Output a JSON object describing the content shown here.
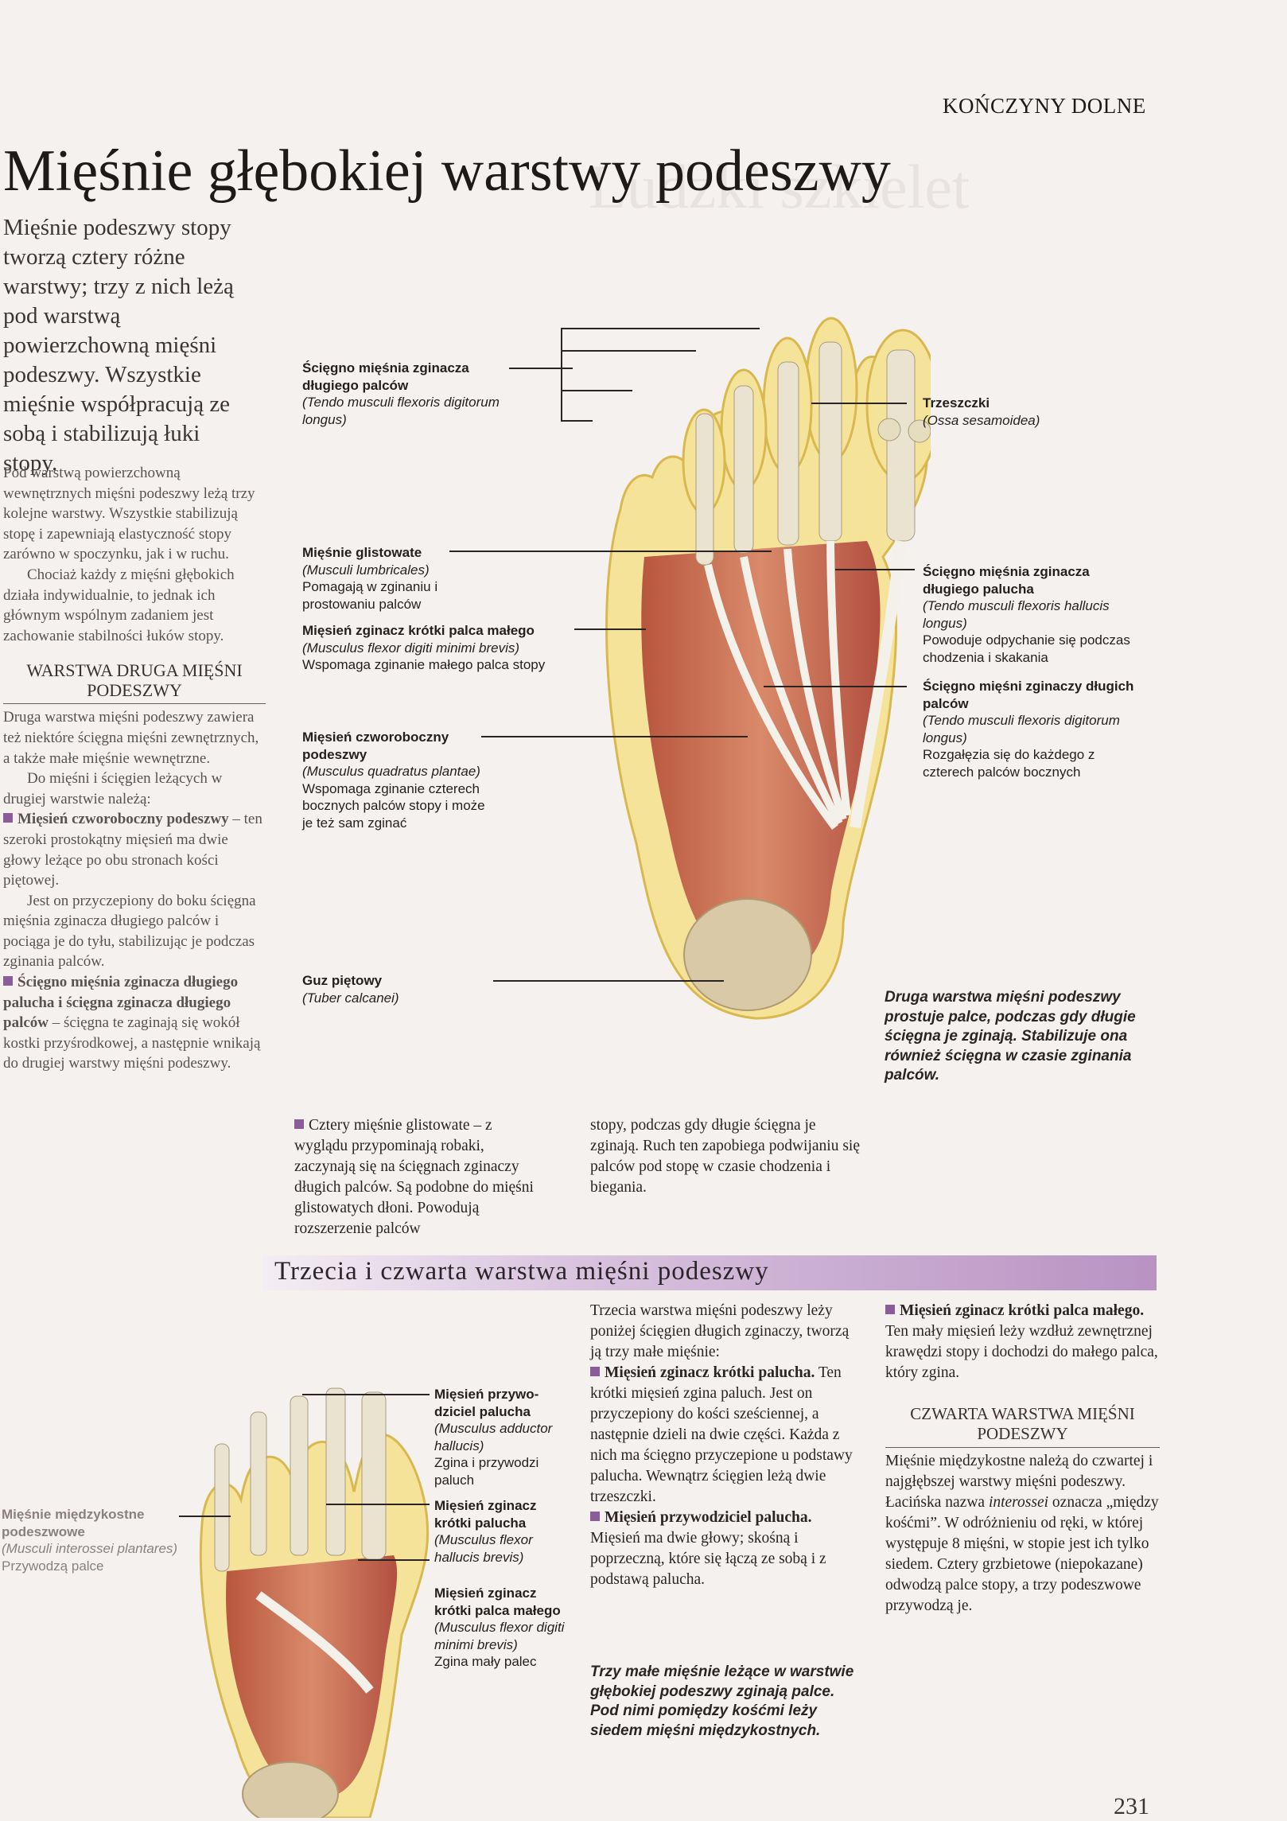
{
  "header": {
    "section": "KOŃCZYNY DOLNE"
  },
  "title": "Mięśnie głębokiej warstwy podeszwy",
  "intro": "Mięśnie podeszwy stopy tworzą cztery różne warstwy; trzy z nich leżą pod warstwą powierzchowną mięśni podeszwy. Wszystkie mięśnie współpracują ze sobą i stabilizują łuki stopy.",
  "left_column": {
    "p1": "Pod warstwą powierzchowną wewnętrznych mięśni podeszwy leżą trzy kolejne warstwy. Wszystkie stabilizują stopę i zapewniają elastyczność stopy zarówno w spoczynku, jak i w ruchu.",
    "p2": "Chociaż każdy z mięśni głębokich działa indywidualnie, to jednak ich głównym wspólnym zadaniem jest zachowanie stabilności łuków stopy.",
    "subhead": "WARSTWA DRUGA MIĘŚNI PODESZWY",
    "p3": "Druga warstwa mięśni podeszwy zawiera też niektóre ścięgna mięśni zewnętrznych, a także małe mięśnie wewnętrzne.",
    "p4": "Do mięśni i ścięgien leżących w drugiej warstwie należą:",
    "item1_title": "Mięsień czworoboczny podeszwy",
    "item1_text": " – ten szeroki prostokątny mięsień ma dwie głowy leżące po obu stronach kości piętowej.",
    "p5": "Jest on przyczepiony do boku ścięgna mięśnia zginacza długiego palców i pociąga je do tyłu, stabilizując je podczas zginania palców.",
    "item2_title": "Ścięgno mięśnia zginacza długiego palucha i ścięgna zginacza długiego palców",
    "item2_text": " – ścięgna te zaginają się wokół kostki przyśrodkowej, a następnie wnikają do drugiej warstwy mięśni podeszwy."
  },
  "figure1_labels": {
    "flexor_tendon": {
      "name": "Ścięgno mięśnia zginacza długiego palców",
      "latin": "(Tendo musculi flexoris digitorum longus)"
    },
    "lumbricales": {
      "name": "Mięśnie glistowate",
      "latin": "(Musculi lumbricales)",
      "desc": "Pomagają w zginaniu i prostowaniu palców"
    },
    "flexor_digiti_minimi": {
      "name": "Mięsień zginacz krótki palca małego",
      "latin": "(Musculus flexor digiti minimi brevis)",
      "desc": "Wspomaga zginanie małego palca stopy"
    },
    "quadratus": {
      "name": "Mięsień czworoboczny podeszwy",
      "latin": "(Musculus quadratus plantae)",
      "desc": "Wspomaga zginanie czterech bocznych palców stopy i może je też sam zginać"
    },
    "tuber": {
      "name": "Guz piętowy",
      "latin": "(Tuber calcanei)"
    },
    "sesamoid": {
      "name": "Trzeszczki",
      "latin": "(Ossa sesamoidea)"
    },
    "hallucis_tendon": {
      "name": "Ścięgno mięśnia zginacza długiego palucha",
      "latin": "(Tendo musculi flexoris hallucis longus)",
      "desc": "Powoduje odpychanie się podczas chodzenia i skakania"
    },
    "digitorum_tendons": {
      "name": "Ścięgno mięśni zginaczy długich palców",
      "latin": "(Tendo musculi flexoris digitorum longus)",
      "desc": "Rozgałęzia się do każdego z czterech palców bocznych"
    }
  },
  "caption1": "Druga warstwa mięśni podeszwy prostuje palce, podczas gdy długie ścięgna je zginają. Stabilizuje ona również ścięgna w czasie zginania palców.",
  "mid_text": {
    "item_title": "Cztery mięśnie glistowate",
    "col1": " – z wyglądu przypominają robaki, zaczynają się na ścięgnach zginaczy długich palców. Są podobne do mięśni glistowatych dłoni. Powodują rozszerzenie palców",
    "col2": "stopy, podczas gdy długie ścięgna je zginają. Ruch ten zapobiega podwijaniu się palców pod stopę w czasie chodzenia i biegania."
  },
  "section2_title": "Trzecia i czwarta warstwa mięśni podeszwy",
  "figure2_labels": {
    "interossei": {
      "name": "Mięśnie międzykostne podeszwowe",
      "latin": "(Musculi interossei plantares)",
      "desc": "Przywodzą palce"
    },
    "adductor": {
      "name": "Mięsień przywo-dziciel palucha",
      "latin": "(Musculus adductor hallucis)",
      "desc": "Zgina i przywodzi paluch"
    },
    "flexor_hallucis": {
      "name": "Mięsień zginacz krótki palucha",
      "latin": "(Musculus flexor hallucis brevis)"
    },
    "flexor_minimi": {
      "name": "Mięsień zginacz krótki palca małego",
      "latin": "(Musculus flexor digiti minimi brevis)",
      "desc": "Zgina mały palec"
    }
  },
  "col3": {
    "p1": "Trzecia warstwa mięśni podeszwy leży poniżej ścięgien długich zginaczy, tworzą ją trzy małe mięśnie:",
    "item1_title": "Mięsień zginacz krótki palucha.",
    "item1_text": " Ten krótki mięsień zgina paluch. Jest on przyczepiony do kości sześciennej, a następnie dzieli na dwie części. Każda z nich ma ścięgno przyczepione u podstawy palucha. Wewnątrz ścięgien leżą dwie trzeszczki.",
    "item2_title": "Mięsień przywodziciel palucha.",
    "item2_text": " Mięsień ma dwie głowy; skośną i poprzeczną, które się łączą ze sobą i z podstawą palucha.",
    "caption": "Trzy małe mięśnie leżące w warstwie głębokiej podeszwy zginają palce. Pod nimi pomiędzy kośćmi leży siedem mięśni międzykostnych."
  },
  "col4": {
    "item_title": "Mięsień zginacz krótki palca małego.",
    "item_text": " Ten mały mięsień leży wzdłuż zewnętrznej krawędzi stopy i dochodzi do małego palca, który zgina.",
    "subhead": "CZWARTA WARSTWA MIĘŚNI PODESZWY",
    "p1_a": "Mięśnie międzykostne należą do czwartej i najgłębszej warstwy mięśni podeszwy. Łacińska nazwa ",
    "p1_latin": "interossei",
    "p1_b": " oznacza „między kośćmi”. W odróżnieniu od ręki, w której występuje 8 mięśni, w stopie jest ich tylko siedem. Cztery grzbietowe (niepokazane) odwodzą palce stopy, a trzy podeszwowe przywodzą je."
  },
  "page_number": "231"
}
